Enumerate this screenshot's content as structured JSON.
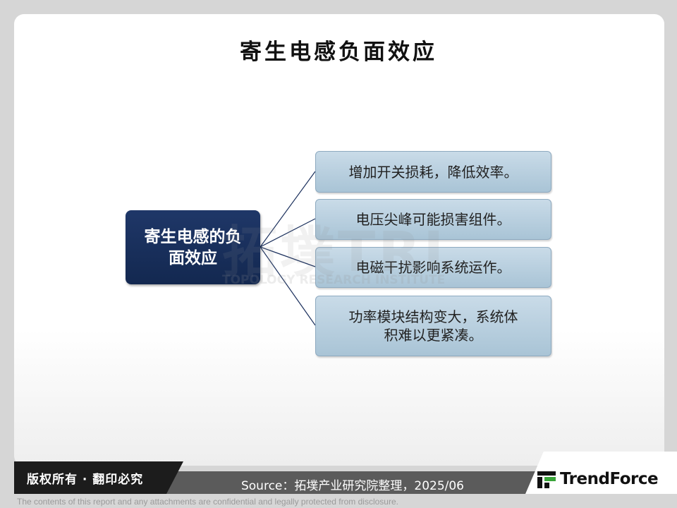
{
  "title": "寄生电感负面效应",
  "root": {
    "label": "寄生电感的负面效应"
  },
  "effects": [
    {
      "label": "增加开关损耗，降低效率。"
    },
    {
      "label": "电压尖峰可能损害组件。"
    },
    {
      "label": "电磁干扰影响系统运作。"
    },
    {
      "label": "功率模块结构变大，系统体积难以更紧凑。"
    }
  ],
  "watermark": {
    "big": "拓墣TRI",
    "small": "TOPOLOGY RESEARCH INSTITUTE"
  },
  "footer": {
    "copyright": "版权所有 · 翻印必究",
    "source": "Source：拓墣产业研究院整理，2025/06",
    "brand": "TrendForce",
    "disclaimer": "The contents of this report and any attachments are confidential and legally protected from disclosure."
  },
  "colors": {
    "root_fill": "#1a2f5c",
    "leaf_fill": "#b8cfdf",
    "connector": "#1a2f5c"
  }
}
